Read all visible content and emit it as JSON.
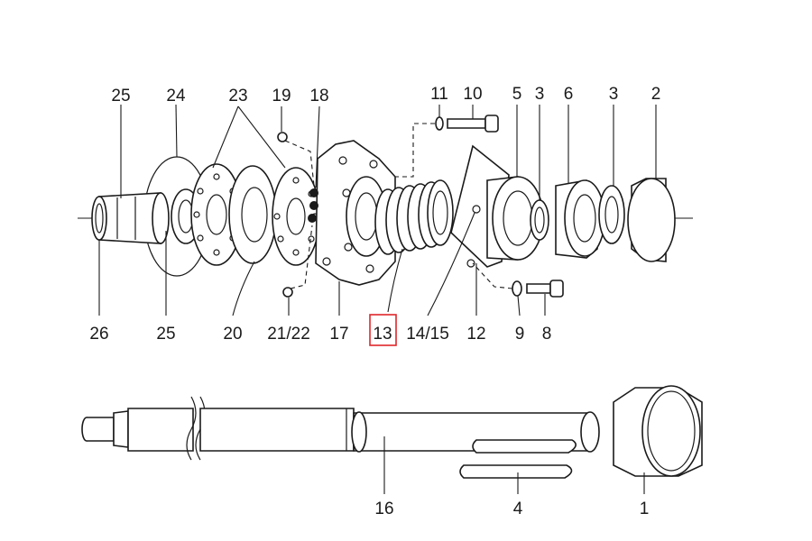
{
  "highlight_color": "#e0262a",
  "highlighted_callout": "13",
  "callouts": {
    "c25_top": "25",
    "c24": "24",
    "c23": "23",
    "c19": "19",
    "c18": "18",
    "c11": "11",
    "c10": "10",
    "c5": "5",
    "c3_left": "3",
    "c6": "6",
    "c3_right": "3",
    "c2": "2",
    "c26": "26",
    "c25_bottom": "25",
    "c20": "20",
    "c21_22": "21/22",
    "c17": "17",
    "c13": "13",
    "c14_15": "14/15",
    "c12": "12",
    "c9": "9",
    "c8": "8",
    "c16": "16",
    "c4": "4",
    "c1": "1"
  }
}
